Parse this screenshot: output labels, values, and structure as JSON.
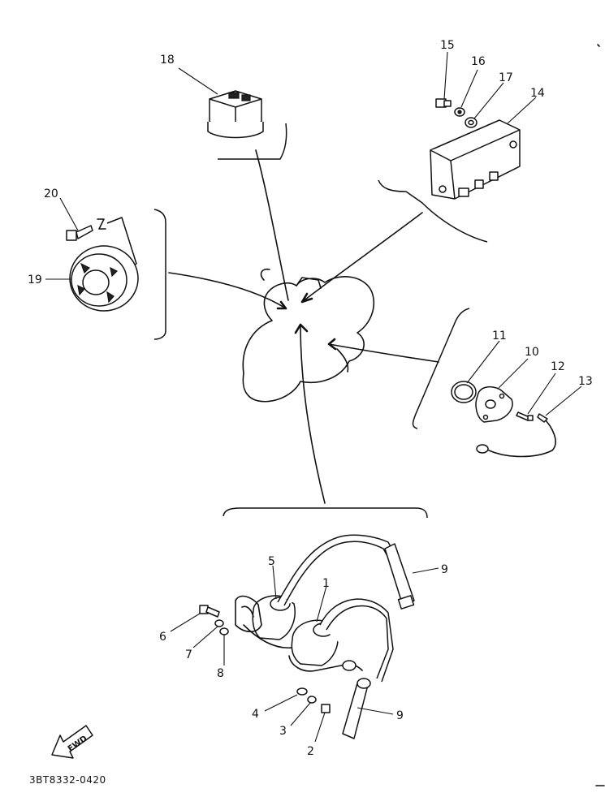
{
  "diagram": {
    "drawing_code": "3BT8332-0420",
    "fwd_label": "FWD",
    "part_labels": {
      "p1": "1",
      "p2": "2",
      "p3": "3",
      "p4": "4",
      "p5": "5",
      "p6": "6",
      "p7": "7",
      "p8": "8",
      "p9a": "9",
      "p9b": "9",
      "p10": "10",
      "p11": "11",
      "p12": "12",
      "p13": "13",
      "p14": "14",
      "p15": "15",
      "p16": "16",
      "p17": "17",
      "p18": "18",
      "p19": "19",
      "p20": "20"
    }
  }
}
